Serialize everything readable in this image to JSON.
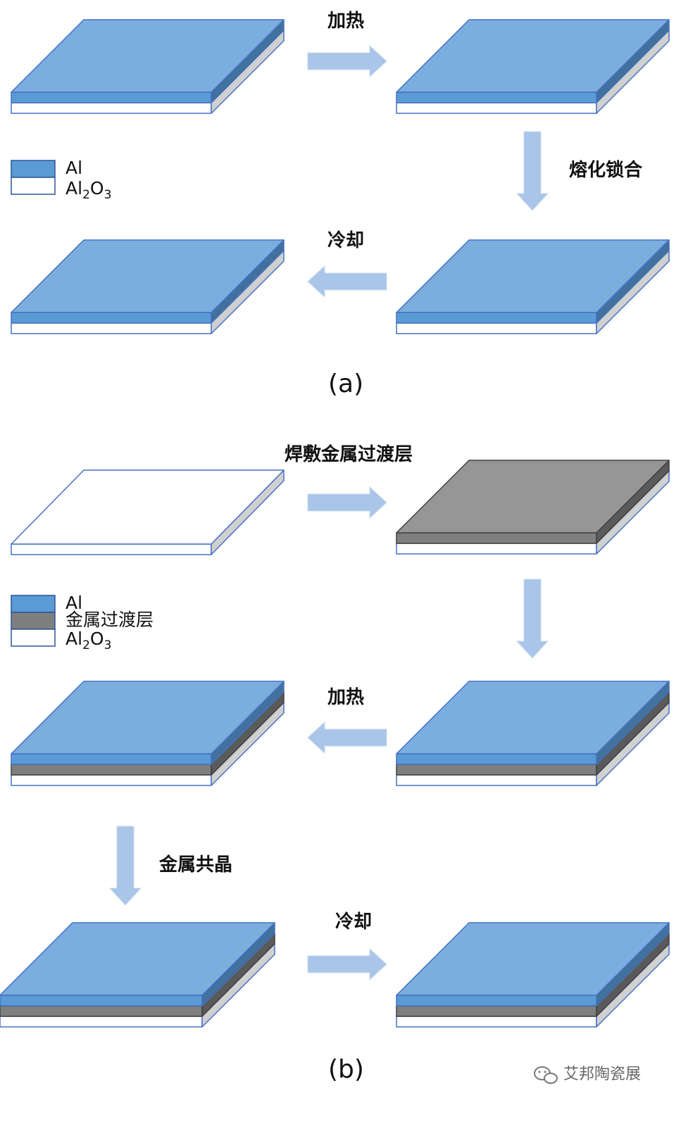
{
  "colors": {
    "al_top": "#7BAEDE",
    "al_front": "#5B9BD5",
    "al_side": "#41719C",
    "metal_top": "#969696",
    "metal_front": "#7F7F7F",
    "metal_side": "#5A5A5A",
    "alumina_top": "#FFFFFF",
    "alumina_front": "#FFFFFF",
    "alumina_side": "#D0D0D0",
    "arrow_fill": "#A9C6E9",
    "outline_blue": "#4472C4",
    "outline_gray": "#404040"
  },
  "panel_a": {
    "label": "(a)",
    "steps": {
      "heat": "加热",
      "melt": "熔化锁合",
      "cool": "冷却"
    },
    "legend": [
      {
        "name": "Al",
        "material": "al"
      },
      {
        "name": "Al",
        "sub": "2",
        "mid": "O",
        "sub2": "3",
        "material": "alumina"
      }
    ]
  },
  "panel_b": {
    "label": "(b)",
    "steps": {
      "coat": "焊敷金属过渡层",
      "heat": "加热",
      "eutectic": "金属共晶",
      "cool": "冷却"
    },
    "legend": [
      {
        "name": "Al",
        "material": "al"
      },
      {
        "name": "金属过渡层",
        "material": "metal"
      },
      {
        "name": "Al",
        "sub": "2",
        "mid": "O",
        "sub2": "3",
        "material": "alumina"
      }
    ]
  },
  "watermark": {
    "icon": "wechat-icon",
    "text": "艾邦陶瓷展"
  }
}
